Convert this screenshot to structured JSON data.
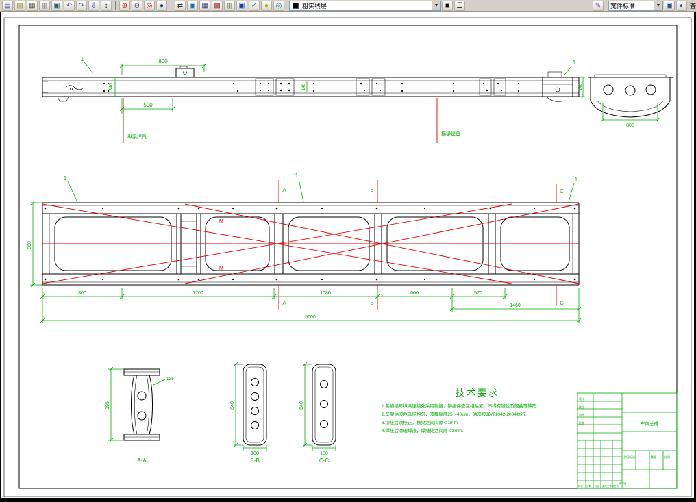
{
  "toolbar": {
    "groups": {
      "file_icons": [
        {
          "name": "new-icon",
          "glyph": "▤",
          "color": "#2a49b0"
        },
        {
          "name": "open-icon",
          "glyph": "▧",
          "color": "#9a7b20"
        },
        {
          "name": "save-icon",
          "glyph": "▦",
          "color": "#555555"
        },
        {
          "name": "print-icon",
          "glyph": "▥",
          "color": "#444466"
        },
        {
          "name": "preview-icon",
          "glyph": "▣",
          "color": "#226677"
        },
        {
          "name": "undo-icon",
          "glyph": "↶",
          "color": "#1d3fae"
        },
        {
          "name": "redo-icon",
          "glyph": "↷",
          "color": "#1d3fae"
        },
        {
          "name": "download-icon",
          "glyph": "⇩",
          "color": "#1d3fae"
        },
        {
          "name": "swap-icon",
          "glyph": "↕",
          "color": "#333333"
        }
      ],
      "zoom_icons": [
        {
          "name": "zoom-in-icon",
          "glyph": "⊕",
          "color": "#c01010"
        },
        {
          "name": "zoom-out-icon",
          "glyph": "⊖",
          "color": "#1d3fae"
        },
        {
          "name": "zoom-window-icon",
          "glyph": "◎",
          "color": "#c01010"
        },
        {
          "name": "zoom-previous-icon",
          "glyph": "●",
          "color": "#1d3fae"
        }
      ],
      "view_icons": [
        {
          "name": "pan-icon",
          "glyph": "⇄",
          "color": "#333333"
        },
        {
          "name": "regen-icon",
          "glyph": "▣",
          "color": "#1d6fae"
        },
        {
          "name": "frame-icon",
          "glyph": "▦",
          "color": "#3a3a8a"
        },
        {
          "name": "layer-manager-icon",
          "glyph": "▩",
          "color": "#8a2a2a"
        },
        {
          "name": "ortho-icon",
          "glyph": "▥",
          "color": "#285028"
        },
        {
          "name": "osnap-icon",
          "glyph": "▣",
          "color": "#1d3fae"
        },
        {
          "name": "check-icon",
          "glyph": "✓",
          "color": "#0a8a8a"
        },
        {
          "name": "bulb-icon",
          "glyph": "●",
          "color": "#c8a000"
        },
        {
          "name": "target-icon",
          "glyph": "◎",
          "color": "#0a8a8a"
        }
      ],
      "color_icons": [
        {
          "name": "bylayer-color-icon",
          "glyph": "■",
          "color": "#000000"
        },
        {
          "name": "linetype-icon",
          "glyph": "☰",
          "color": "#333333"
        }
      ],
      "pen_icons": [
        {
          "name": "pen-icon",
          "glyph": "✎",
          "color": "#7030a0"
        }
      ],
      "right_icons": [
        {
          "name": "text-style-icon",
          "glyph": "▣",
          "color": "#28508a"
        },
        {
          "name": "query-icon",
          "glyph": "◐",
          "color": "#28508a"
        }
      ]
    },
    "layer_combo": {
      "value": "粗实线层",
      "swatch": "#000000"
    },
    "style_combo": {
      "value": "宽件标准"
    },
    "combo_arrow": "▼",
    "partial_label": "查"
  },
  "drawing": {
    "side_view": {
      "dim_top": "800",
      "dim_front": "500",
      "dim_height": "340",
      "dim_mid": "140",
      "dim_end": "140",
      "fixture_1": "纵梁焊具",
      "fixture_2": "横梁焊具",
      "balloon": "1"
    },
    "end_view": {
      "dim_width": "800"
    },
    "plan_view": {
      "dim_height": "860",
      "row1": [
        "800",
        "1700",
        "1080",
        "600",
        "570"
      ],
      "row2": [
        "1460"
      ],
      "row3": [
        "5600"
      ],
      "sec_a": "A",
      "sec_b": "B",
      "sec_c": "C",
      "weld": "M",
      "balloon": "1"
    },
    "sections": {
      "a": {
        "label": "A-A",
        "dim_v": "195",
        "dim_leader": "135"
      },
      "b": {
        "label": "B-B",
        "dim_v": "840",
        "dim_bottom": "100"
      },
      "c": {
        "label": "C-C",
        "dim_v": "640",
        "dim_bottom": "100"
      }
    },
    "tech_req": {
      "title": "技术要求",
      "lines": [
        "1.各横梁与纵梁连接处采用铆接，铆接件应互相贴紧，不得有错位及翘曲等缺陷.",
        "2.车架油漆色泽应均匀，漆膜厚度25～40um，油漆按JB/T1042-2004执行.",
        "3.铆接后须校正，横梁之间间隙＜1mm.",
        "4.焊接后清理焊渣，焊缝处之间隙＜2mm."
      ]
    },
    "title_block": {
      "part_name": "车架总成",
      "sig_labels": [
        "设计",
        "校核",
        "审核",
        "批准"
      ],
      "change_headers": [
        "标记",
        "处数",
        "分区",
        "更改文件号",
        "签名",
        "年月日"
      ],
      "stage_label": "阶段标记",
      "weight_label": "重量",
      "scale_label": "比例"
    }
  }
}
